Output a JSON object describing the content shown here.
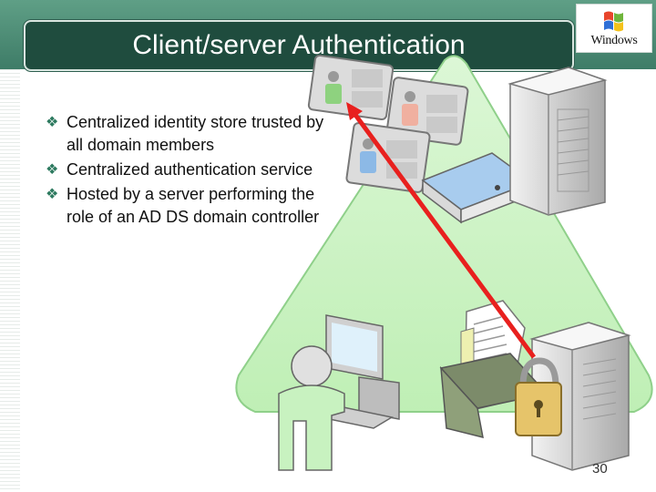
{
  "slide": {
    "title": "Client/server Authentication",
    "logo_text": "Windows",
    "bullet_symbol": "❖",
    "bullets": [
      "Centralized identity store trusted by all domain members",
      "Centralized authentication service",
      "Hosted by a server performing the role of an AD DS domain controller"
    ],
    "page_number": "30"
  },
  "colors": {
    "header": "#3e7c67",
    "title_box": "#1f4c3e",
    "triangle": "#c9f2c0",
    "arrow": "#e8201e",
    "bullet": "#2d7a5f"
  },
  "icons": [
    "windows-logo-icon",
    "user-card-icon",
    "server-tower-icon",
    "binder-icon",
    "computer-icon",
    "user-icon",
    "document-folder-icon",
    "padlock-icon"
  ]
}
